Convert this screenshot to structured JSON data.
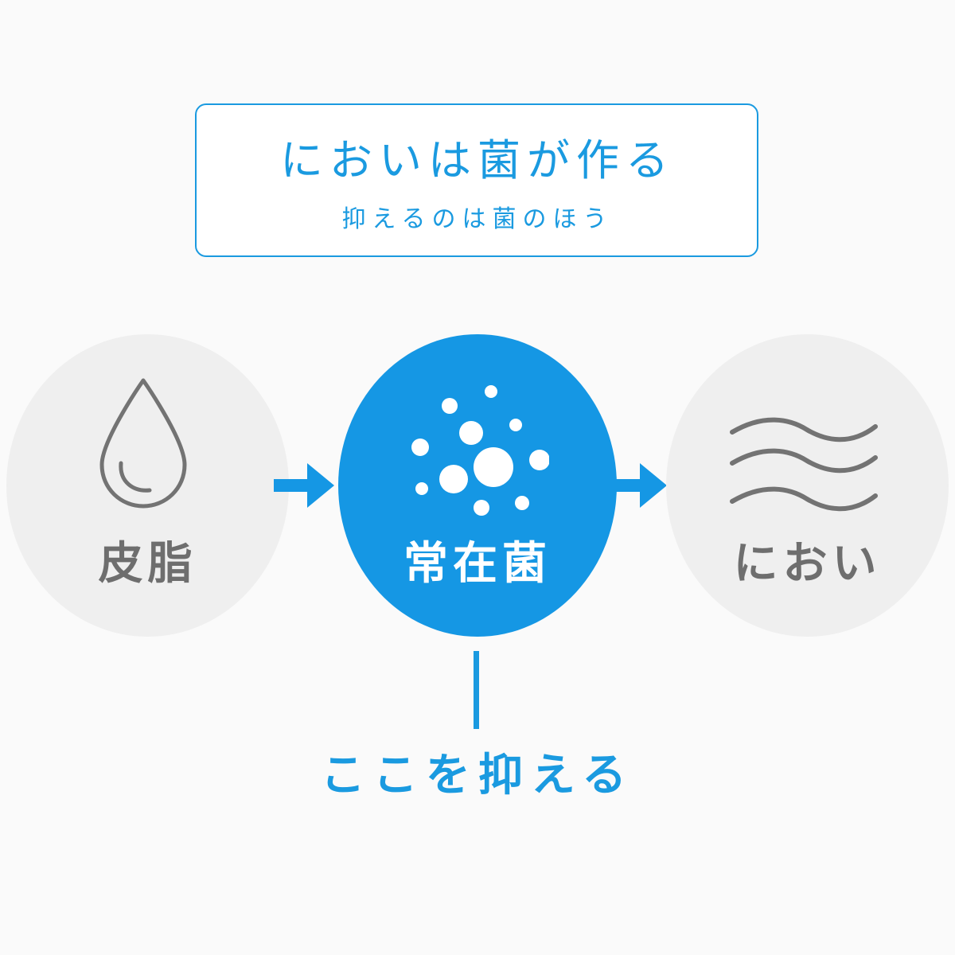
{
  "title": {
    "main": "においは菌が作る",
    "sub": "抑えるのは菌のほう"
  },
  "flow": {
    "steps": [
      {
        "label": "皮脂",
        "icon": "oil-drop-icon"
      },
      {
        "label": "常在菌",
        "icon": "bacteria-icon"
      },
      {
        "label": "におい",
        "icon": "odor-waves-icon"
      }
    ],
    "target_label": "ここを抑える"
  },
  "colors": {
    "accent": "#1597e4",
    "neutral_circle": "#efefef",
    "neutral_text": "#6e6e6e",
    "background": "#fafafa"
  }
}
